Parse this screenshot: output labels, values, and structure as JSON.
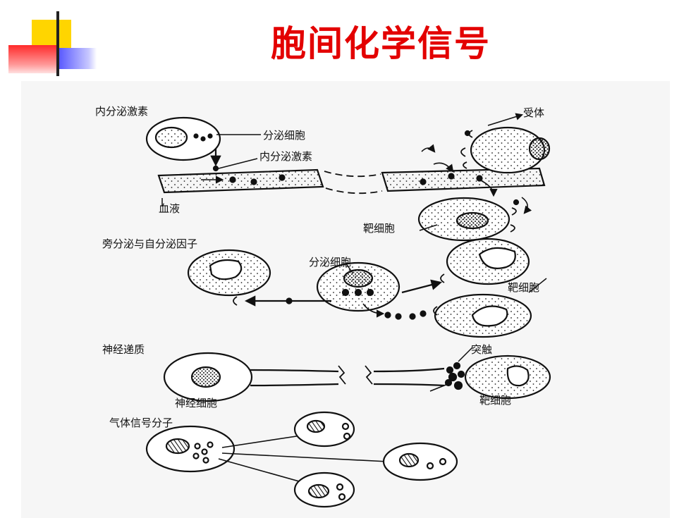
{
  "title": "胞间化学信号",
  "colors": {
    "title": "#e30000",
    "yellow": "#ffd500",
    "red": "#ff3030",
    "blue": "#3a3aff",
    "lavender": "#c8c8ff"
  },
  "sections": {
    "endocrine": {
      "heading": "内分泌激素",
      "secreting_cell": "分泌细胞",
      "hormone": "内分泌激素",
      "receptor": "受体",
      "blood": "血液",
      "target_cell": "靶细胞"
    },
    "paracrine": {
      "heading": "旁分泌与自分泌因子",
      "secreting_cell": "分泌细胞",
      "target_cell": "靶细胞"
    },
    "neuro": {
      "heading": "神经递质",
      "synapse": "突触",
      "nerve_cell": "神经细胞",
      "target_cell": "靶细胞"
    },
    "gas": {
      "heading": "气体信号分子"
    }
  }
}
